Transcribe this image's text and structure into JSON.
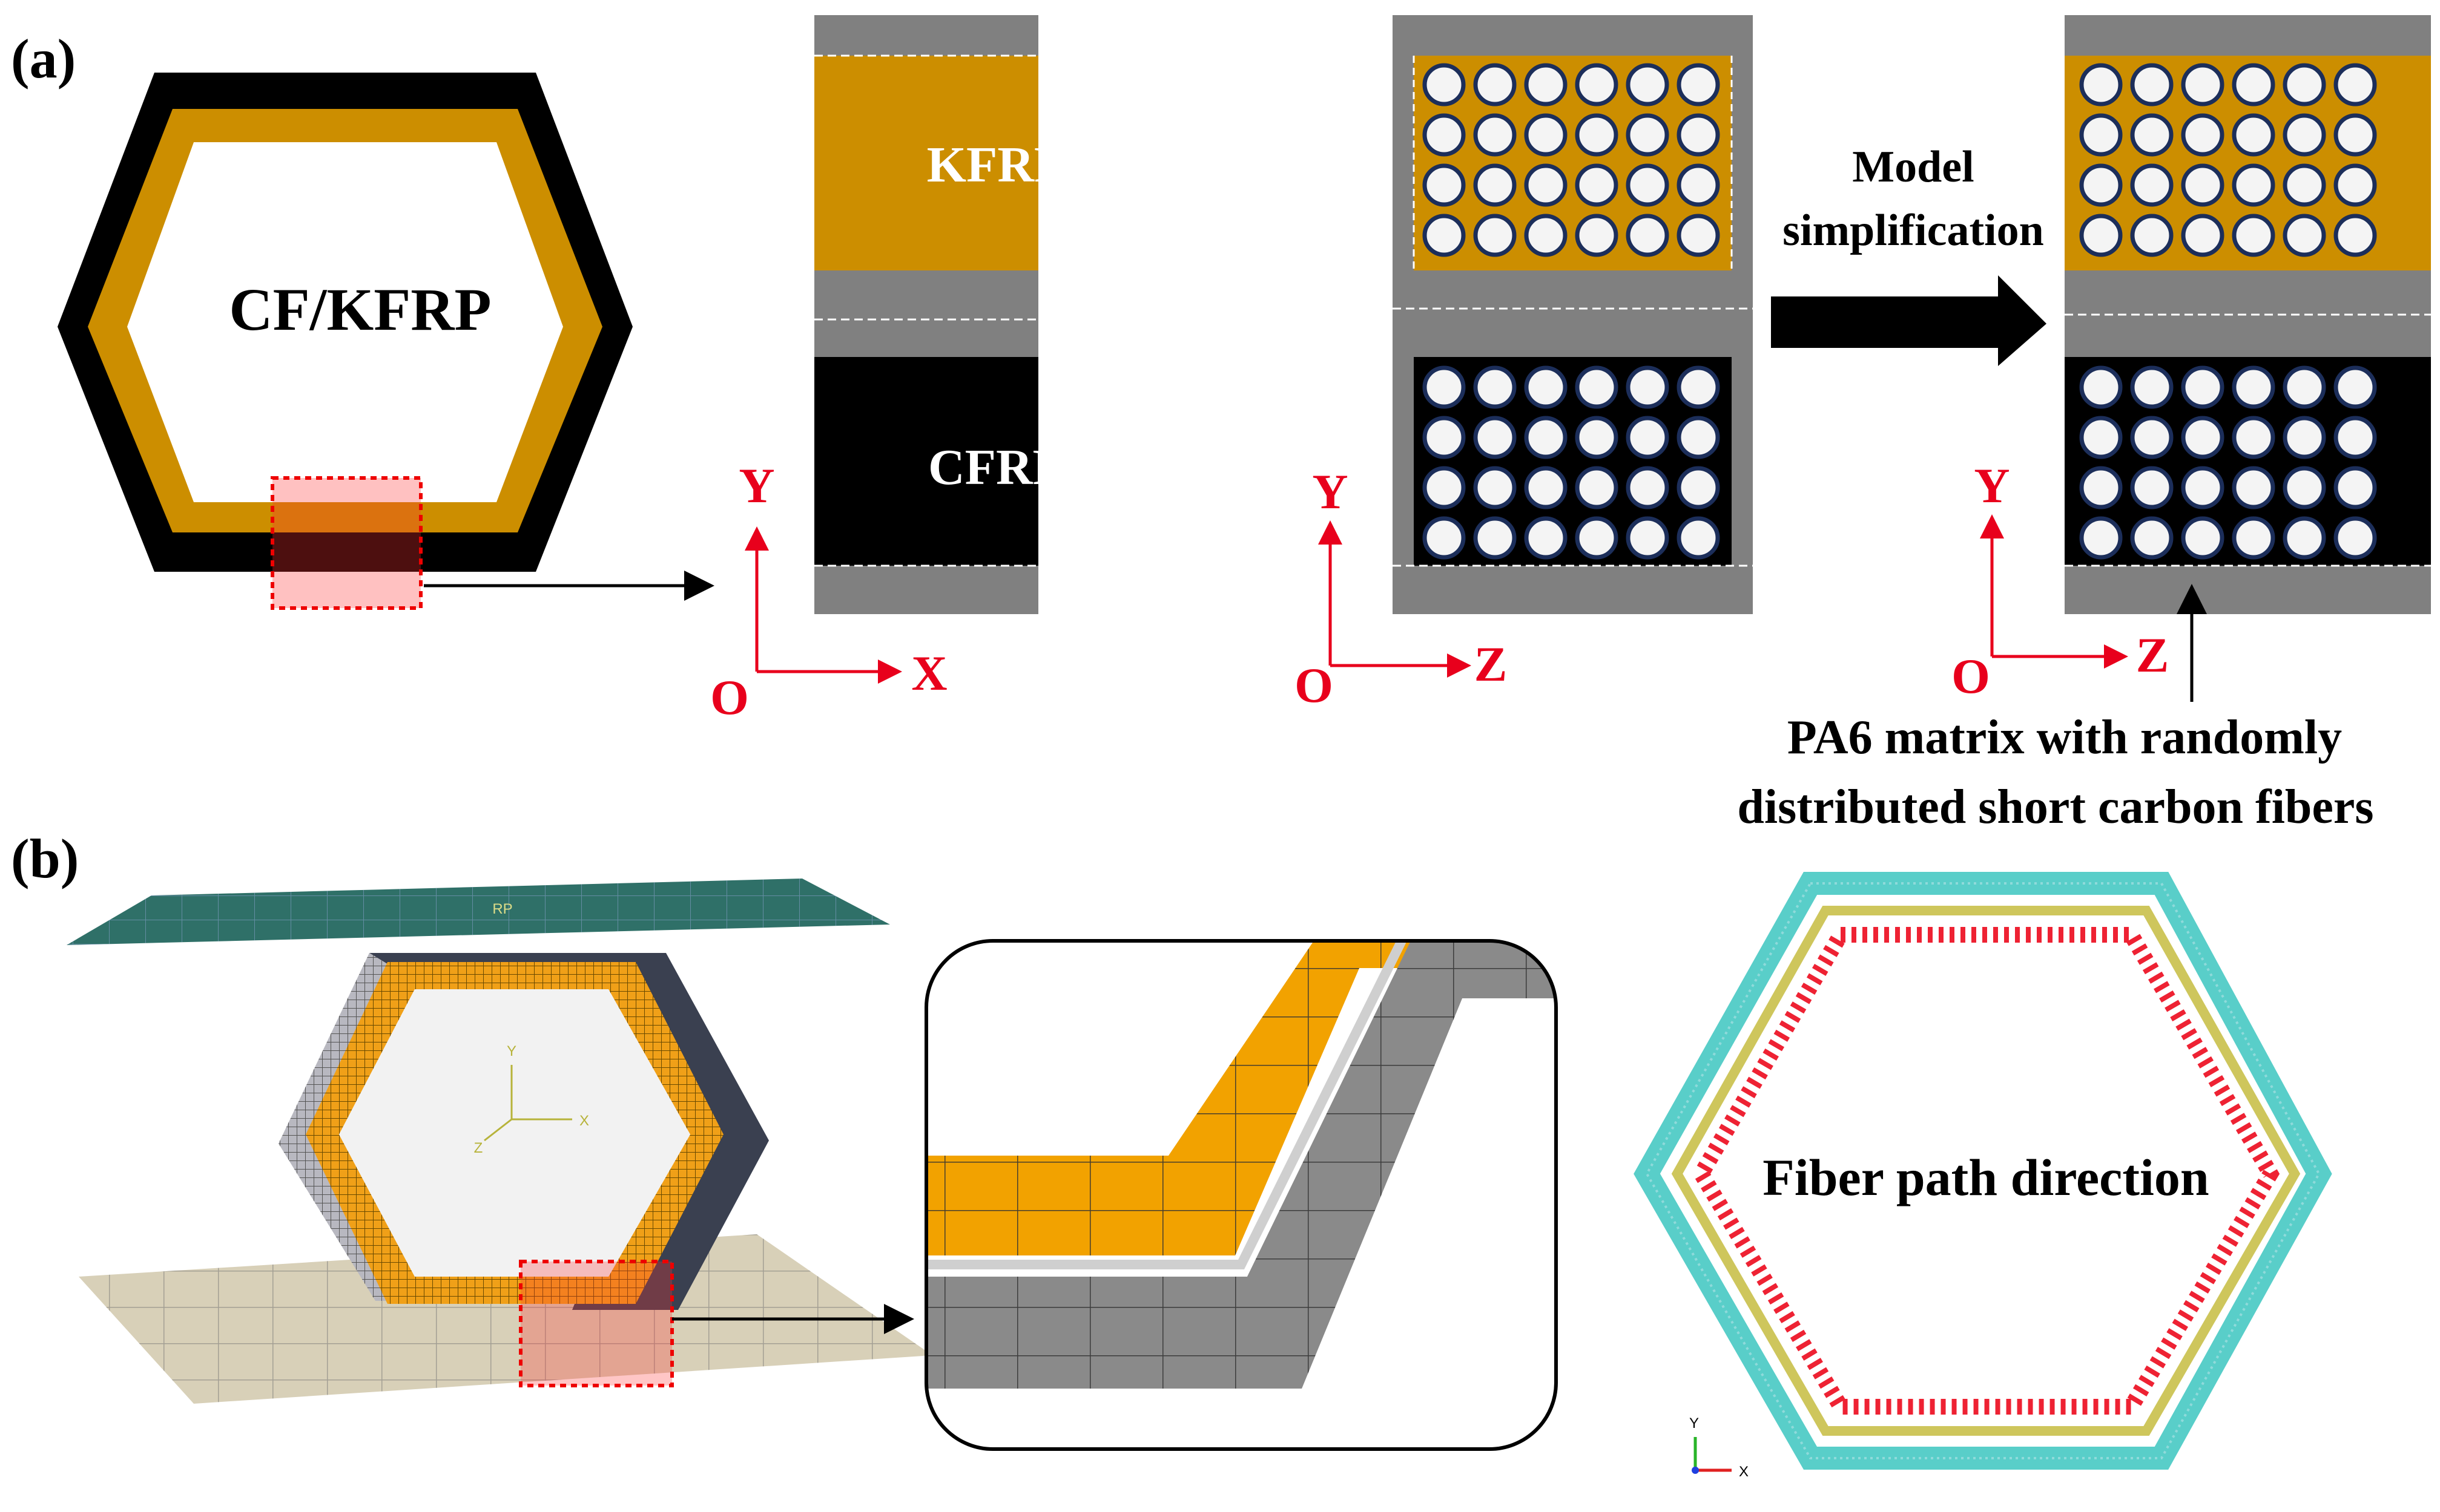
{
  "panel_a": {
    "label": "(a)",
    "hexagon_label": "CF/KFRP",
    "layer_top_label": "KFRP",
    "layer_bottom_label": "CFRP",
    "axes_xy": {
      "origin": "O",
      "x": "X",
      "y": "Y"
    },
    "axes_zy_1": {
      "origin": "O",
      "x": "Z",
      "y": "Y"
    },
    "axes_zy_2": {
      "origin": "O",
      "x": "Z",
      "y": "Y"
    },
    "arrow_text_line1": "Model",
    "arrow_text_line2": "simplification",
    "matrix_note_line1": "PA6 matrix with randomly",
    "matrix_note_line2": "distributed short carbon fibers"
  },
  "panel_b": {
    "label": "(b)",
    "rp_label": "RP",
    "fem_axes": {
      "x": "X",
      "y": "Y",
      "z": "Z"
    },
    "fiber_path_label": "Fiber path direction",
    "triad": {
      "x": "X",
      "y": "Y"
    }
  },
  "colors": {
    "kfrp": "#CC8E00",
    "cfrp": "#000000",
    "matrix": "#808080",
    "axis": "#E8001C",
    "mesh_orange": "#F0A018",
    "plate_teal": "#2F7068",
    "plate_beige": "#D8D0B8"
  }
}
